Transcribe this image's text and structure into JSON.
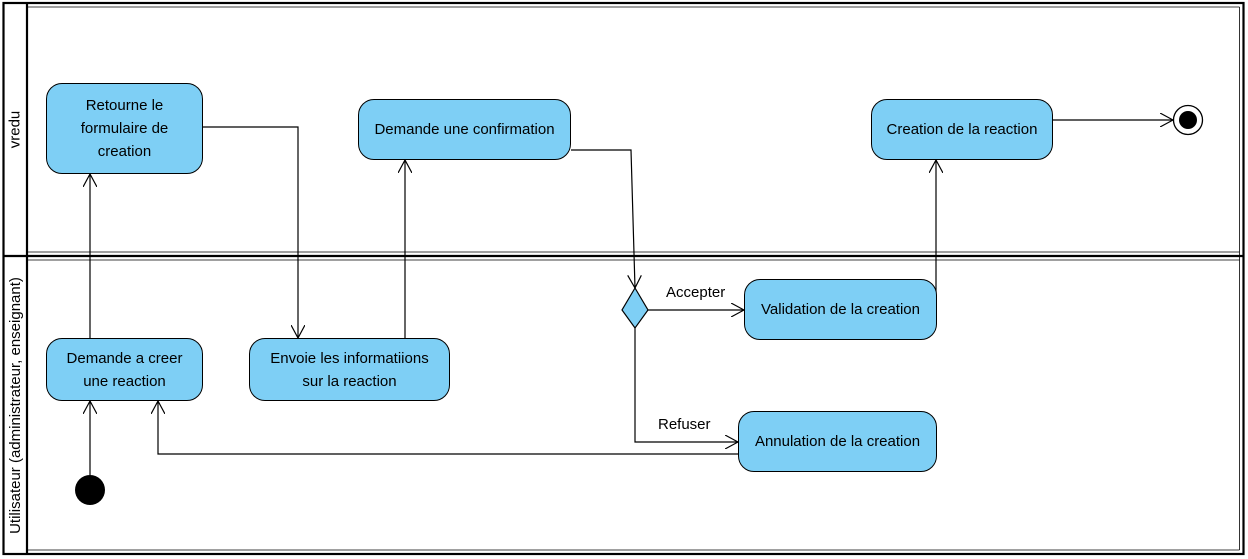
{
  "lanes": [
    {
      "id": "system",
      "label": "vredu"
    },
    {
      "id": "user",
      "label": "Utilisateur (administrateur, enseignant)"
    }
  ],
  "actions": {
    "retourne": "Retourne le\nformulaire de\ncreation",
    "demande_confirmation": "Demande une confirmation",
    "creation_reaction": "Creation de la reaction",
    "demande_creer": "Demande a creer\nune reaction",
    "envoie_info": "Envoie les informatiions\nsur la reaction",
    "validation": "Validation de la creation",
    "annulation": "Annulation de la creation"
  },
  "guards": {
    "accepter": "Accepter",
    "refuser": "Refuser"
  },
  "colors": {
    "action_fill": "#7ecff5",
    "stroke": "#000000"
  }
}
